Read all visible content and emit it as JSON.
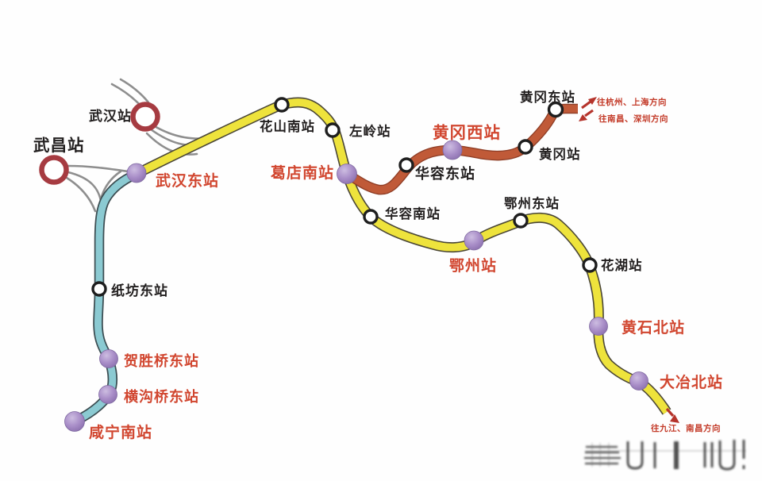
{
  "colors": {
    "background": "#fefefe",
    "yellow_line": "#eee33c",
    "yellow_outline": "#4a4636",
    "orange_line": "#c05a38",
    "orange_outline": "#8f3e26",
    "teal_line": "#8bcad2",
    "teal_outline": "#3c4d52",
    "gray_line": "#8e8e8e",
    "purple_station": "#a78cc6",
    "major_station_ring": "#a63b41",
    "minor_station_fill": "#ffffff",
    "minor_station_stroke": "#1e1e1e",
    "red_label": "#d1462f",
    "black_label": "#232020",
    "direction_label": "#c33a28",
    "arrow": "#b5342c"
  },
  "stations": [
    {
      "name": "武汉站",
      "marker": "major-ring"
    },
    {
      "name": "武昌站",
      "marker": "major-ring"
    },
    {
      "name": "武汉东站",
      "marker": "purple-dot"
    },
    {
      "name": "花山南站",
      "marker": "white-circle"
    },
    {
      "name": "左岭站",
      "marker": "white-circle"
    },
    {
      "name": "葛店南站",
      "marker": "purple-dot"
    },
    {
      "name": "华容东站",
      "marker": "white-circle"
    },
    {
      "name": "黄冈西站",
      "marker": "purple-dot"
    },
    {
      "name": "黄冈站",
      "marker": "white-circle"
    },
    {
      "name": "黄冈东站",
      "marker": "white-circle"
    },
    {
      "name": "华容南站",
      "marker": "white-circle"
    },
    {
      "name": "鄂州东站",
      "marker": "white-circle"
    },
    {
      "name": "鄂州站",
      "marker": "purple-dot"
    },
    {
      "name": "花湖站",
      "marker": "white-circle"
    },
    {
      "name": "黄石北站",
      "marker": "purple-dot"
    },
    {
      "name": "大冶北站",
      "marker": "purple-dot"
    },
    {
      "name": "纸坊东站",
      "marker": "white-circle"
    },
    {
      "name": "贺胜桥东站",
      "marker": "purple-dot"
    },
    {
      "name": "横沟桥东站",
      "marker": "purple-dot"
    },
    {
      "name": "咸宁南站",
      "marker": "purple-dot"
    }
  ],
  "directions": [
    {
      "label": "往杭州、上海方向"
    },
    {
      "label": "往南昌、深圳方向"
    },
    {
      "label": "往九江、南昌方向"
    }
  ]
}
